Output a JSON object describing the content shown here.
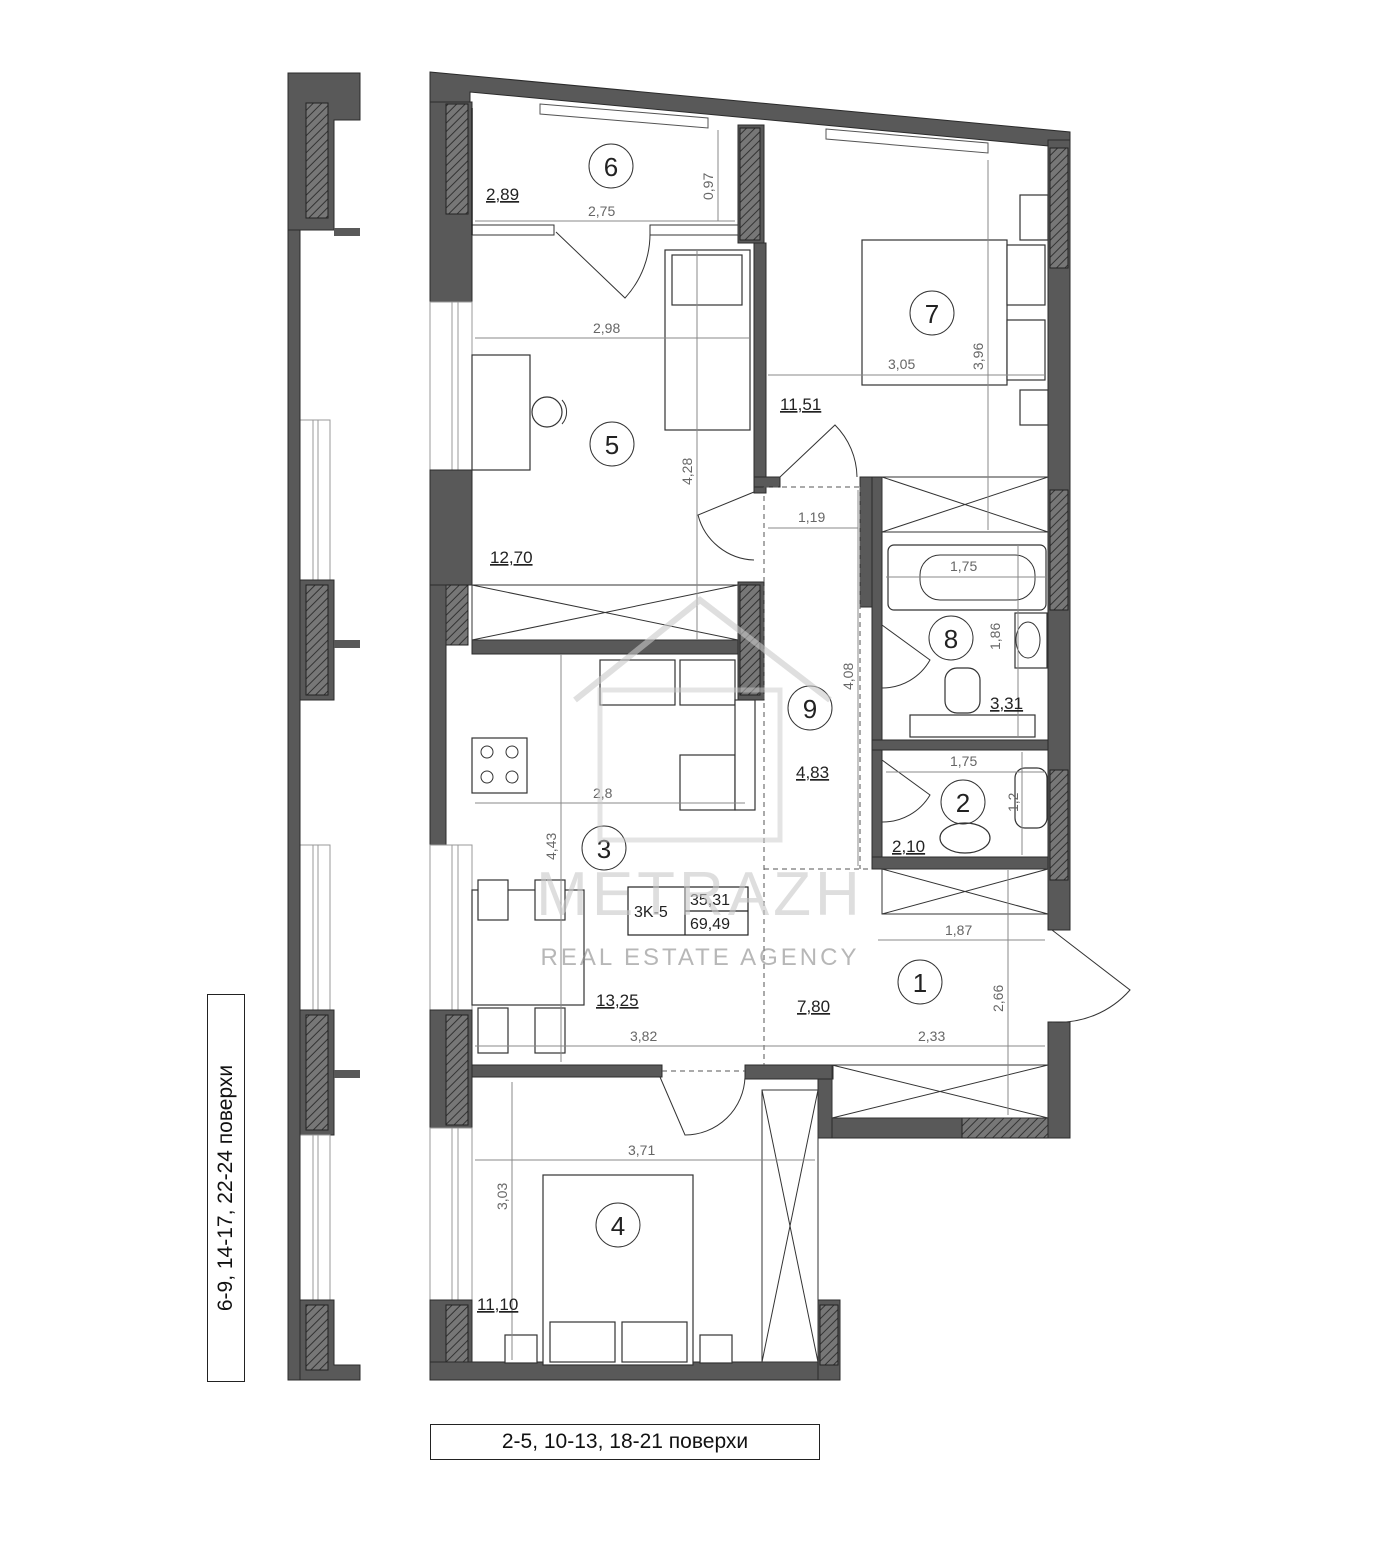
{
  "rooms": [
    {
      "number": "1",
      "area": "7,80"
    },
    {
      "number": "2",
      "area": "2,10"
    },
    {
      "number": "3",
      "area": "13,25"
    },
    {
      "number": "4",
      "area": "11,10"
    },
    {
      "number": "5",
      "area": "12,70"
    },
    {
      "number": "6",
      "area": "2,89"
    },
    {
      "number": "7",
      "area": "11,51"
    },
    {
      "number": "8",
      "area": "3,31"
    },
    {
      "number": "9",
      "area": "4,83"
    }
  ],
  "dimensions": {
    "d_275": "2,75",
    "d_097": "0,97",
    "d_298": "2,98",
    "d_305": "3,05",
    "d_396": "3,96",
    "d_428": "4,28",
    "d_119": "1,19",
    "d_175a": "1,75",
    "d_186": "1,86",
    "d_408": "4,08",
    "d_175b": "1,75",
    "d_12": "1,2",
    "d_28": "2,8",
    "d_443": "4,43",
    "d_187": "1,87",
    "d_266": "2,66",
    "d_382": "3,82",
    "d_233": "2,33",
    "d_371": "3,71",
    "d_303": "3,03"
  },
  "summary": {
    "code": "3K-5",
    "living_area": "35,31",
    "total_area": "69,49"
  },
  "floors": {
    "lower": "2-5, 10-13, 18-21 поверхи",
    "upper": "6-9, 14-17, 22-24 поверхи"
  },
  "watermark": {
    "brand": "METRAZH",
    "tagline": "REAL ESTATE AGENCY"
  }
}
